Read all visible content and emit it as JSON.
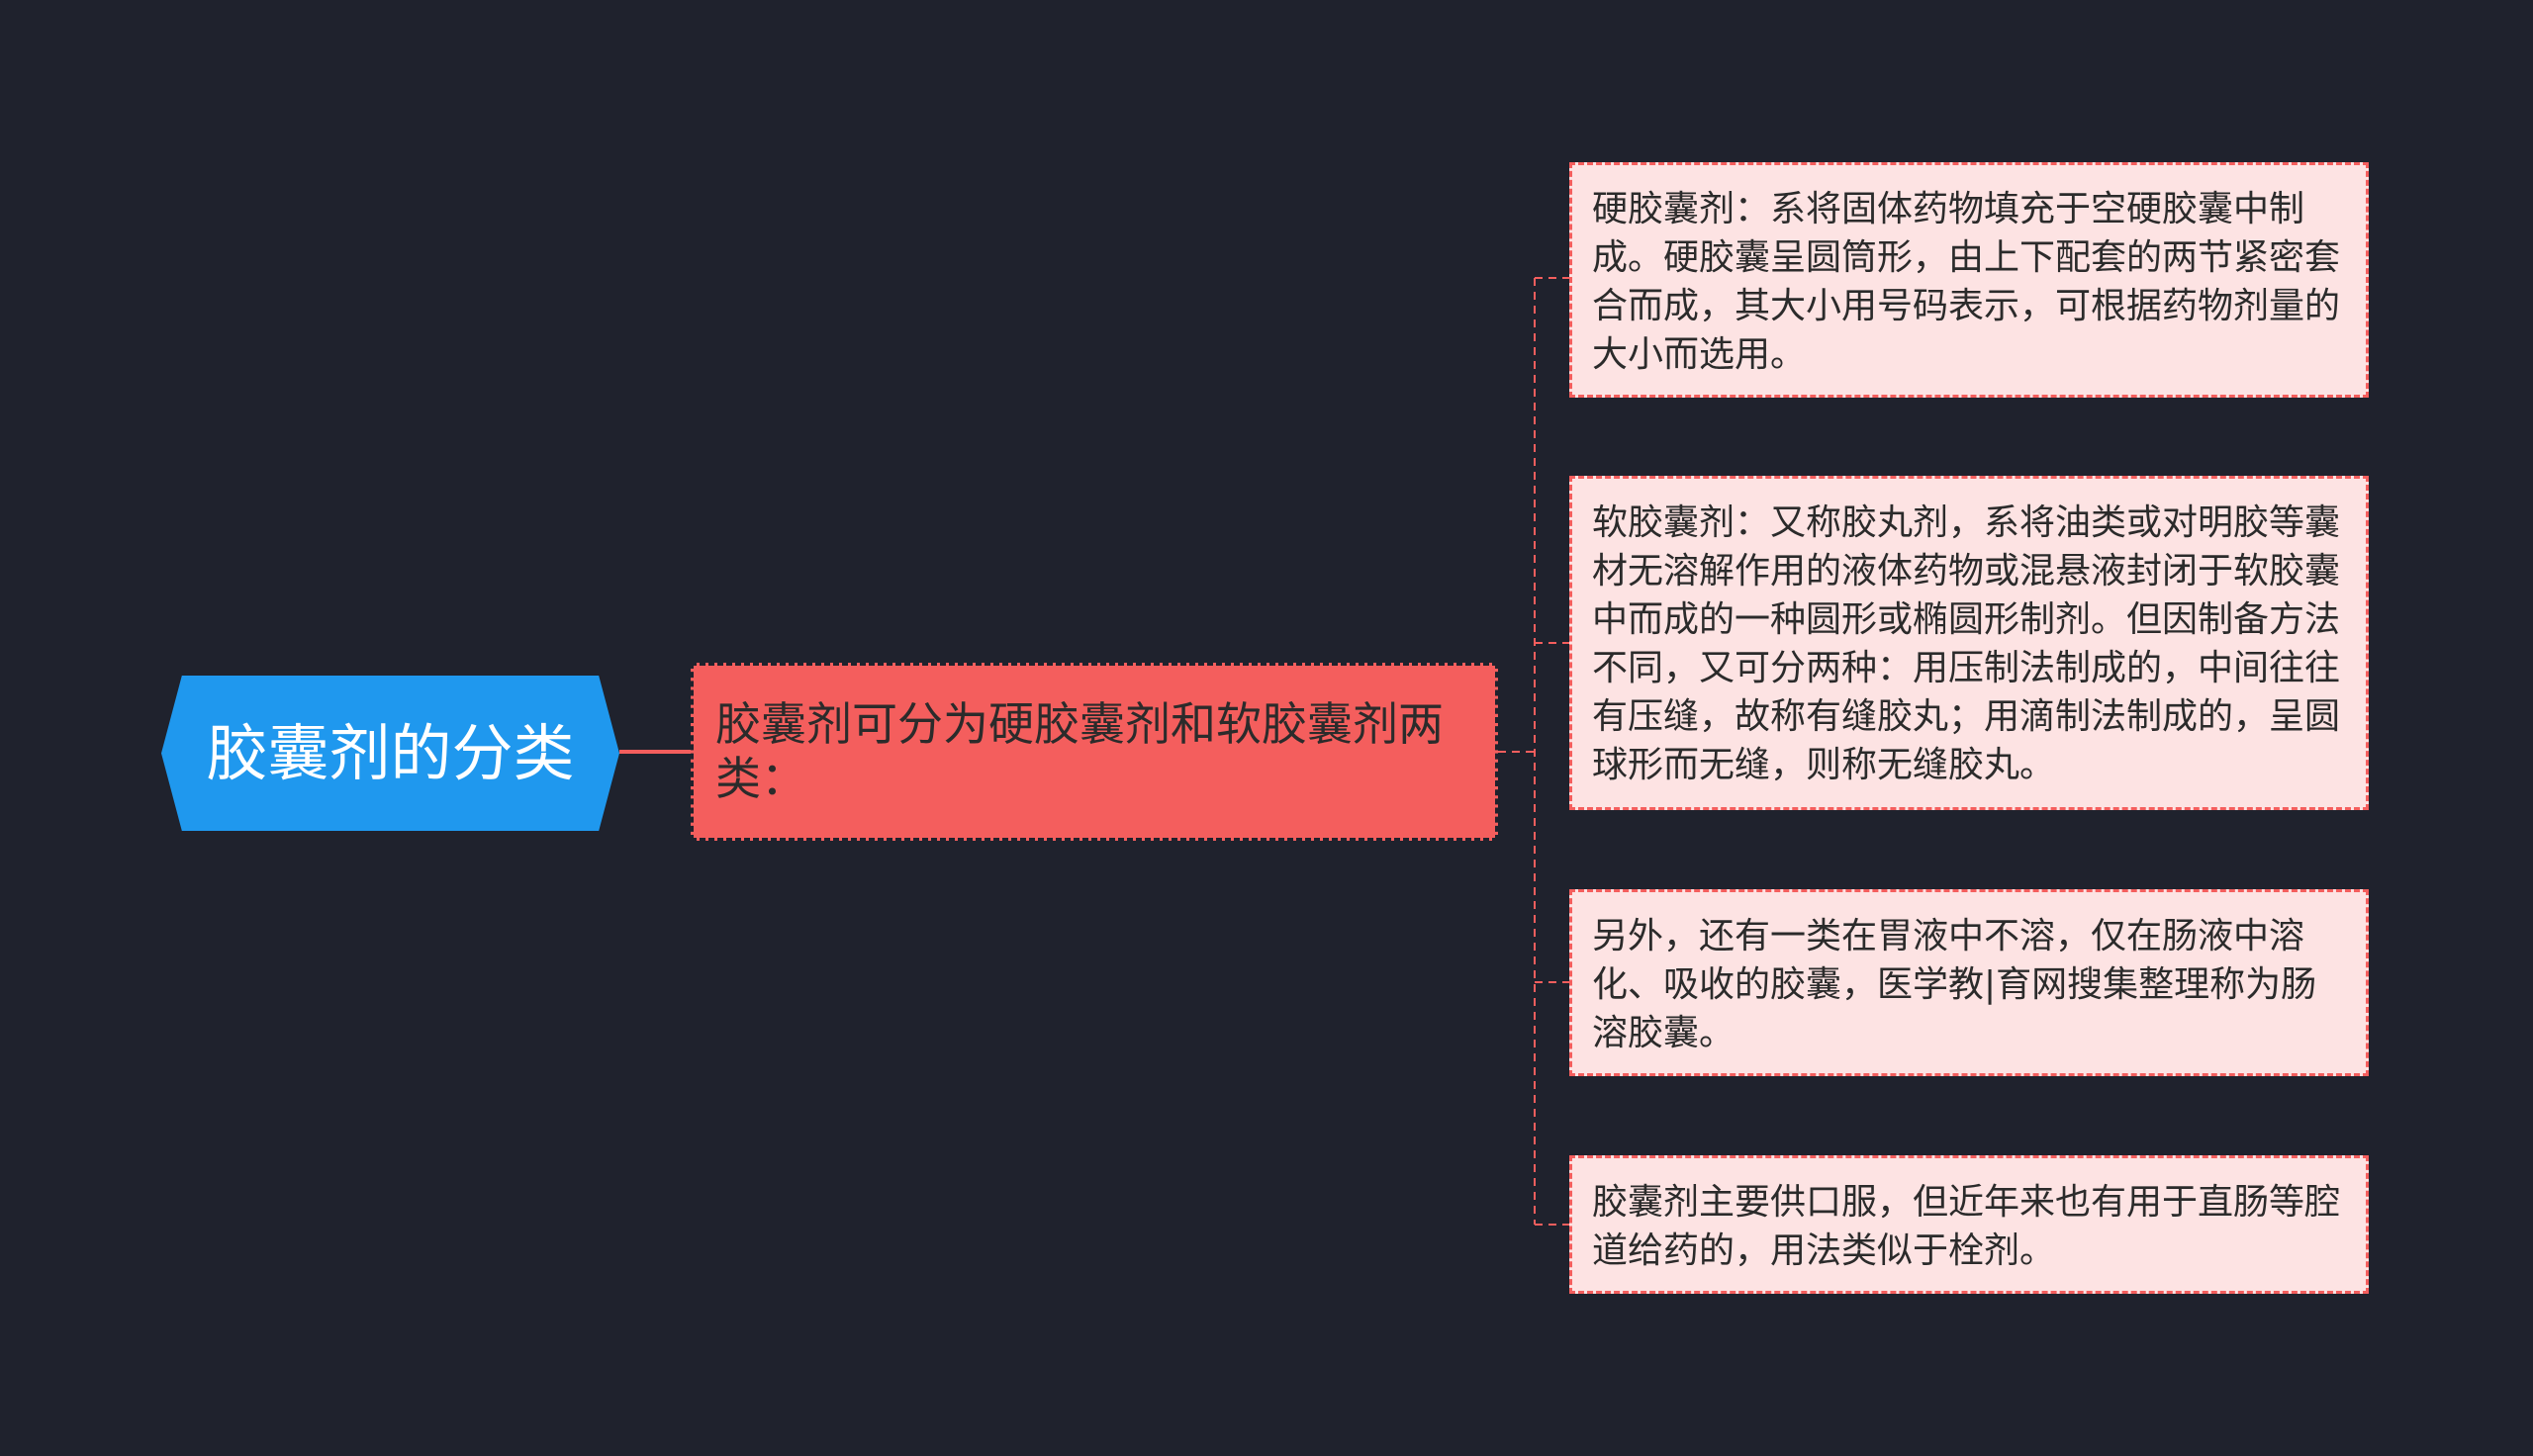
{
  "mindmap": {
    "root": {
      "label": "胶囊剂的分类"
    },
    "main": {
      "label": "胶囊剂可分为硬胶囊剂和软胶囊剂两类："
    },
    "leaves": [
      {
        "text": "硬胶囊剂：系将固体药物填充于空硬胶囊中制成。硬胶囊呈圆筒形，由上下配套的两节紧密套合而成，其大小用号码表示，可根据药物剂量的大小而选用。"
      },
      {
        "text": "软胶囊剂：又称胶丸剂，系将油类或对明胶等囊材无溶解作用的液体药物或混悬液封闭于软胶囊中而成的一种圆形或椭圆形制剂。但因制备方法不同，又可分两种：用压制法制成的，中间往往有压缝，故称有缝胶丸；用滴制法制成的，呈圆球形而无缝，则称无缝胶丸。"
      },
      {
        "text": "另外，还有一类在胃液中不溶，仅在肠液中溶化、吸收的胶囊，医学教|育网搜集整理称为肠溶胶囊。"
      },
      {
        "text": "胶囊剂主要供口服，但近年来也有用于直肠等腔道给药的，用法类似于栓剂。"
      }
    ],
    "colors": {
      "background": "#1f222d",
      "root": "#1f98ee",
      "main": "#f45e5d",
      "leaf": "#fde3e3",
      "connector": "#f45e5d"
    }
  }
}
